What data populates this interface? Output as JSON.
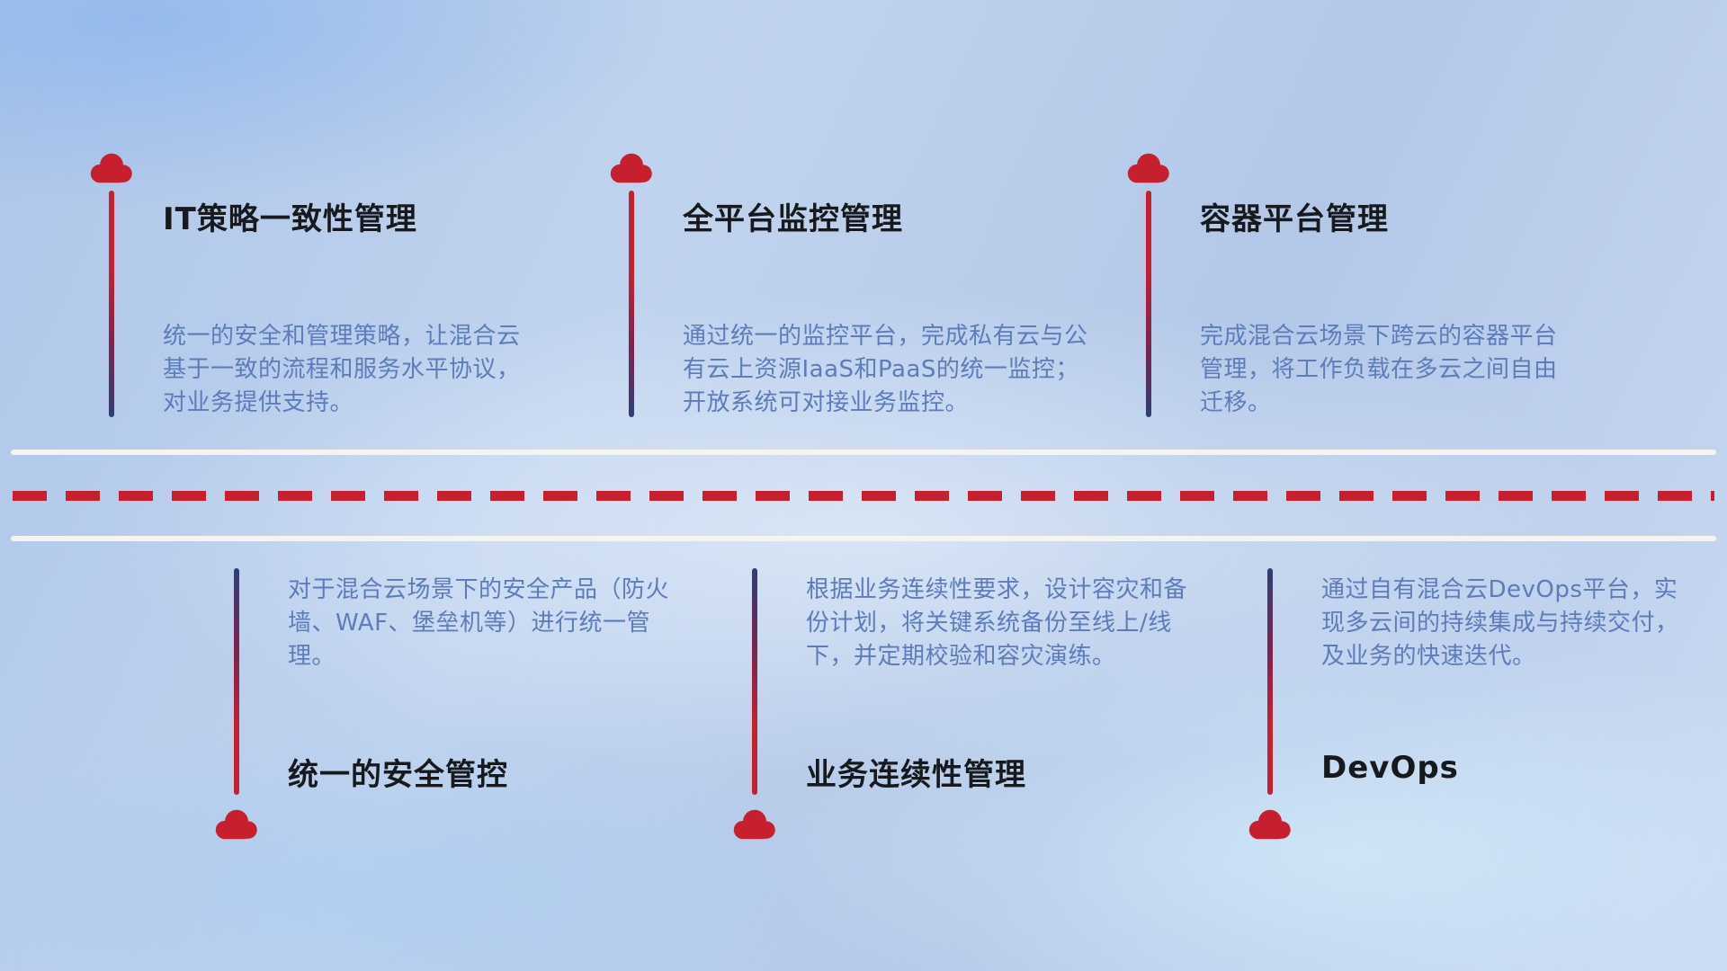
{
  "colors": {
    "cloud_red": "#c6202f",
    "connector_red": "#c6202f",
    "connector_navy": "#2e3f74",
    "title_text": "#17191c",
    "description_text": "#5c7cba",
    "divider_white": "#f7f4ef",
    "dash_red": "#c6202f"
  },
  "top_items": [
    {
      "title": "IT策略一致性管理",
      "description": "统一的安全和管理策略，让混合云基于一致的流程和服务水平协议，对业务提供支持。"
    },
    {
      "title": "全平台监控管理",
      "description": "通过统一的监控平台，完成私有云与公有云上资源IaaS和PaaS的统一监控；开放系统可对接业务监控。"
    },
    {
      "title": "容器平台管理",
      "description": "完成混合云场景下跨云的容器平台管理，将工作负载在多云之间自由迁移。"
    }
  ],
  "bottom_items": [
    {
      "title": "统一的安全管控",
      "description": "对于混合云场景下的安全产品（防火墙、WAF、堡垒机等）进行统一管理。"
    },
    {
      "title": "业务连续性管理",
      "description": "根据业务连续性要求，设计容灾和备份计划，将关键系统备份至线上/线下，并定期校验和容灾演练。"
    },
    {
      "title": "DevOps",
      "description": "通过自有混合云DevOps平台，实现多云间的持续集成与持续交付，及业务的快速迭代。"
    }
  ]
}
